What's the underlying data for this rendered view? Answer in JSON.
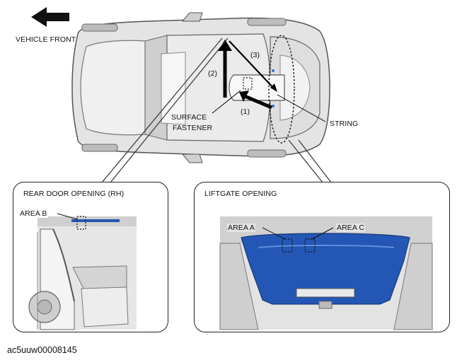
{
  "labels": {
    "vehicle_front": "VEHICLE FRONT",
    "step1": "(1)",
    "step2": "(2)",
    "step3": "(3)",
    "surface": "SURFACE",
    "fastener": "FASTENER",
    "string": "STRING",
    "rear_door_title": "REAR DOOR OPENING (RH)",
    "area_b": "AREA B",
    "liftgate_title": "LIFTGATE OPENING",
    "area_a": "AREA A",
    "area_c": "AREA C"
  },
  "figure_code": "ac5uuw00008145",
  "colors": {
    "headliner_blue": "#2457b5",
    "body_gray": "#d9d9d9",
    "line": "#111111"
  },
  "icons": {
    "front_direction": "arrow-left-icon"
  }
}
